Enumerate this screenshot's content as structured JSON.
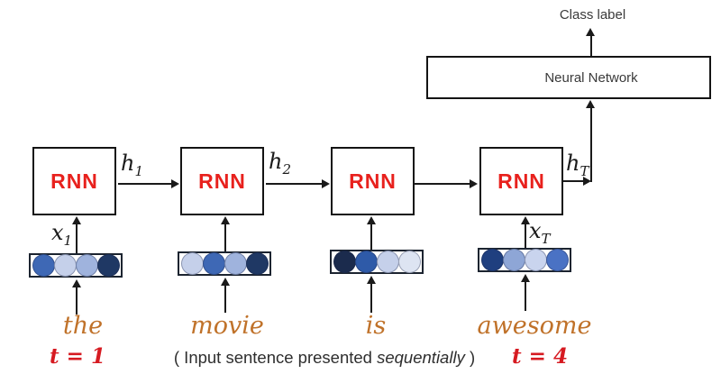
{
  "colors": {
    "rnn-text": "#e8211d",
    "word-text": "#c0722a",
    "time-text": "#d61a21",
    "dark-text": "#3a3a3a",
    "line": "#1a1a1a"
  },
  "output_head": {
    "class_label": "Class label",
    "network_label": "Neural Network"
  },
  "units": [
    {
      "rnn_label": "RNN",
      "hidden": {
        "base": "h",
        "sub": "1"
      },
      "input": {
        "base": "x",
        "sub": "1"
      },
      "word": "the",
      "time": "t = 1",
      "vector_colors": [
        "#3e68b5",
        "#c5d0ea",
        "#9fb3dd",
        "#1f3864"
      ]
    },
    {
      "rnn_label": "RNN",
      "hidden": {
        "base": "h",
        "sub": "2"
      },
      "word": "movie",
      "vector_colors": [
        "#c5d0ea",
        "#3e68b5",
        "#9fb3dd",
        "#1f3864"
      ]
    },
    {
      "rnn_label": "RNN",
      "word": "is",
      "vector_colors": [
        "#1b2b4d",
        "#2e5aa8",
        "#c5d0ea",
        "#dde4f2"
      ]
    },
    {
      "rnn_label": "RNN",
      "hidden": {
        "base": "h",
        "sub": "T"
      },
      "input": {
        "base": "x",
        "sub": "T"
      },
      "word": "awesome",
      "time": "t = 4",
      "vector_colors": [
        "#1f3f7f",
        "#8ea6d6",
        "#c9d4ee",
        "#4a72c4"
      ]
    }
  ],
  "caption": {
    "prefix": "( Input sentence presented ",
    "emphasis": "sequentially",
    "suffix": " )"
  }
}
